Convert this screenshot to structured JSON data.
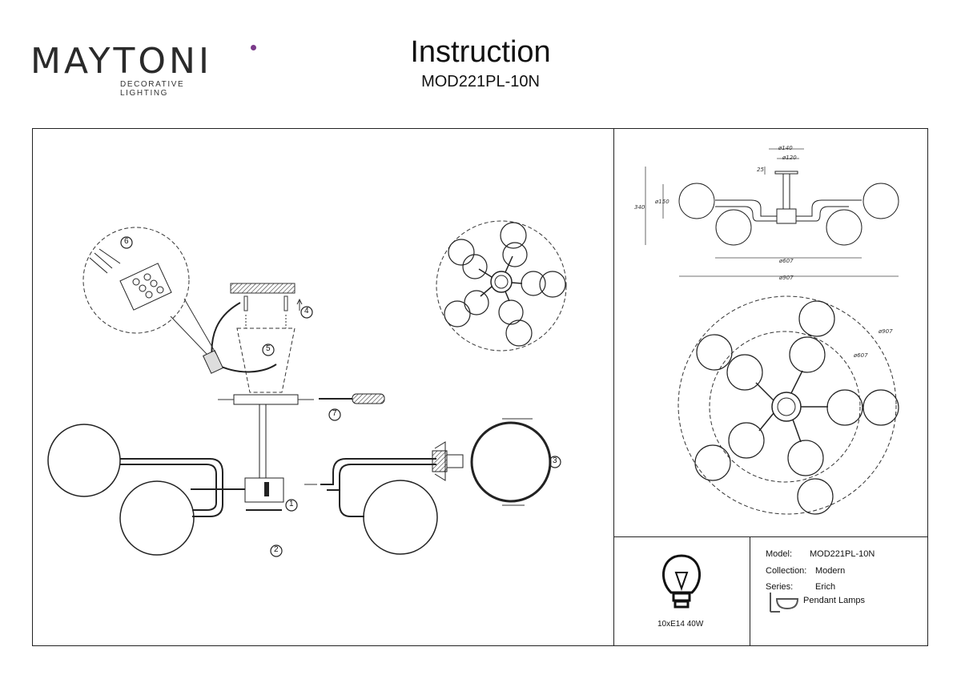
{
  "brand": {
    "name": "MAYTONI",
    "tagline": "DECORATIVE LIGHTING",
    "accent_color": "#7a3a8a"
  },
  "header": {
    "title": "Instruction",
    "model_code": "MOD221PL-10N"
  },
  "steps": [
    "1",
    "2",
    "3",
    "4",
    "5",
    "6",
    "7"
  ],
  "dimensions": {
    "d140": "ø140",
    "d120": "ø120",
    "h25": "25",
    "h340": "340",
    "d150": "ø150",
    "d607": "ø607",
    "d907": "ø907"
  },
  "bulb": {
    "spec": "10xE14 40W"
  },
  "info": {
    "model_label": "Model:",
    "model_value": "MOD221PL-10N",
    "collection_label": "Collection:",
    "collection_value": "Modern",
    "series_label": "Series:",
    "series_value": "Erich",
    "type_value": "Pendant Lamps"
  }
}
